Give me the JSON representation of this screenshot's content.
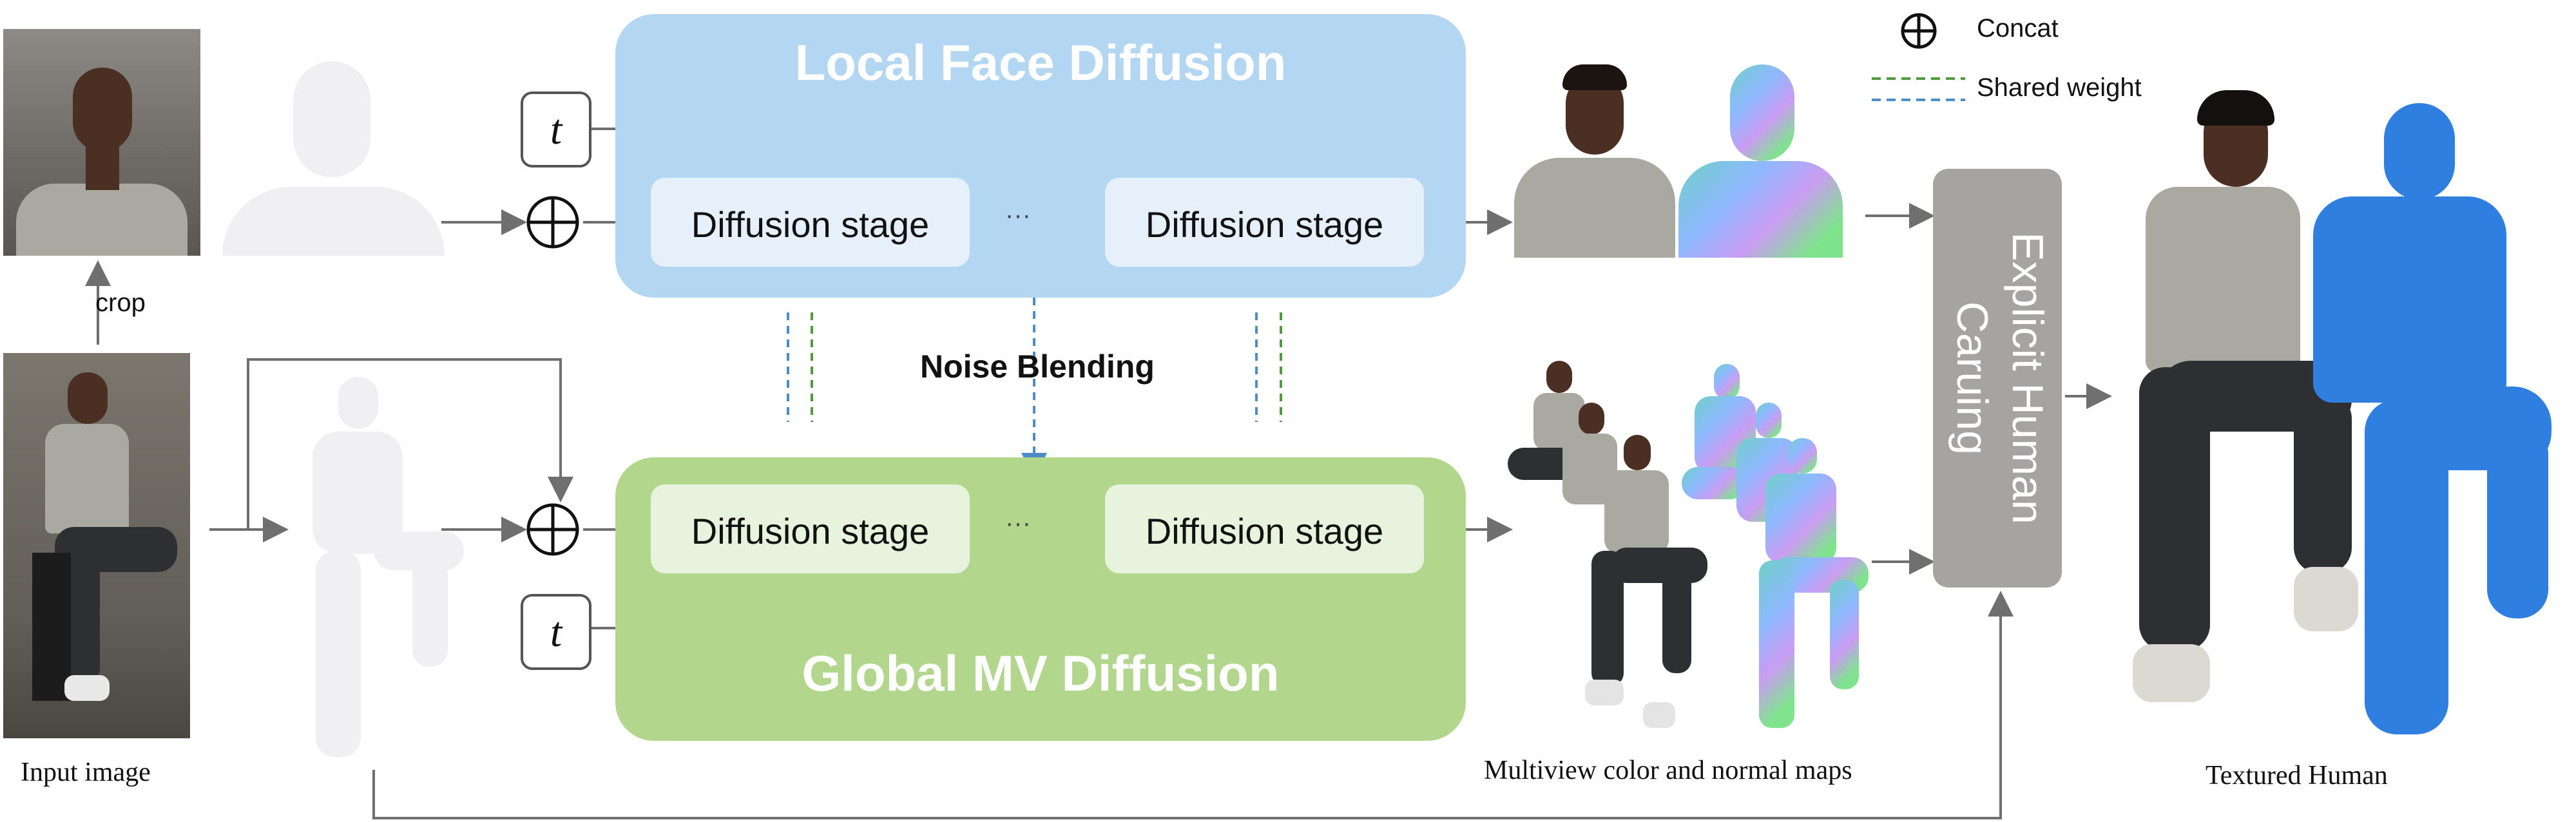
{
  "legend": {
    "concat_label": "Concat",
    "shared_weight_label": "Shared weight"
  },
  "local_block": {
    "title": "Local Face Diffusion",
    "stage1": "Diffusion stage",
    "stage2": "Diffusion stage",
    "ellipsis": "···"
  },
  "global_block": {
    "title": "Global MV Diffusion",
    "stage1": "Diffusion stage",
    "stage2": "Diffusion stage",
    "ellipsis": "···"
  },
  "noise_blending_label": "Noise Blending",
  "t_symbol": "t",
  "crop_label": "crop",
  "input_label": "Input image",
  "multiview_label": "Multiview color and normal maps",
  "carving_label": "Explicit Human Caruing",
  "output_label": "Textured Human",
  "colors": {
    "local_fill": "#b3d7f2",
    "global_fill": "#b2d68c",
    "stage_fill_local": "#e6f0fb",
    "stage_fill_global": "#e7f3dc",
    "carving_fill": "#a6a4a3",
    "arrow": "#6f6f6f",
    "dash_blue": "#4d8cc9",
    "dash_green": "#4f9a3c",
    "textured_blue": "#2f7fe0"
  }
}
